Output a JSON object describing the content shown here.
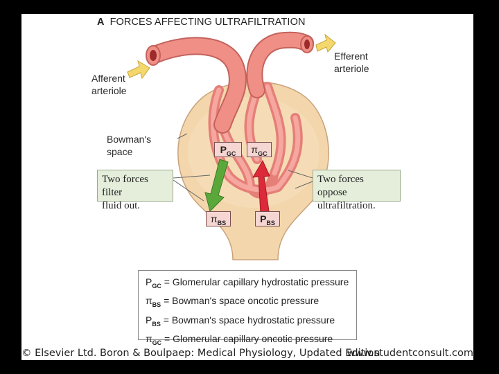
{
  "title": {
    "letter": "A",
    "text": "FORCES AFFECTING ULTRAFILTRATION"
  },
  "labels": {
    "afferent_line1": "Afferent",
    "afferent_line2": "arteriole",
    "efferent_line1": "Efferent",
    "efferent_line2": "arteriole",
    "bowman_line1": "Bowman's",
    "bowman_line2": "space"
  },
  "callouts": {
    "left_line1": "Two forces filter",
    "left_line2": "fluid out.",
    "right_line1": "Two forces oppose",
    "right_line2": "ultrafiltration."
  },
  "symbols": {
    "pgc": {
      "main": "P",
      "sub": "GC"
    },
    "pigc": {
      "main": "π",
      "sub": "GC"
    },
    "pibs": {
      "main": "π",
      "sub": "BS"
    },
    "pbs": {
      "main": "P",
      "sub": "BS"
    }
  },
  "legend": [
    {
      "main": "P",
      "sub": "GC",
      "text": " = Glomerular capillary hydrostatic pressure"
    },
    {
      "main": "π",
      "sub": "BS",
      "text": " = Bowman's space oncotic pressure"
    },
    {
      "main": "P",
      "sub": "BS",
      "text": " = Bowman's space hydrostatic pressure"
    },
    {
      "main": "π",
      "sub": "GC",
      "text": " = Glomerular capillary oncotic pressure"
    }
  ],
  "footer": {
    "left": "© Elsevier Ltd. Boron & Boulpaep: Medical Physiology, Updated Edition",
    "right": "www.studentconsult.com"
  },
  "colors": {
    "capsule": "#f3d6ac",
    "vessel": "#ef8f86",
    "arrow_filter": "#5aa83a",
    "arrow_oppose": "#dd2a3a",
    "flow_arrow": "#f4d86e",
    "callout_bg": "#e4eedb"
  }
}
